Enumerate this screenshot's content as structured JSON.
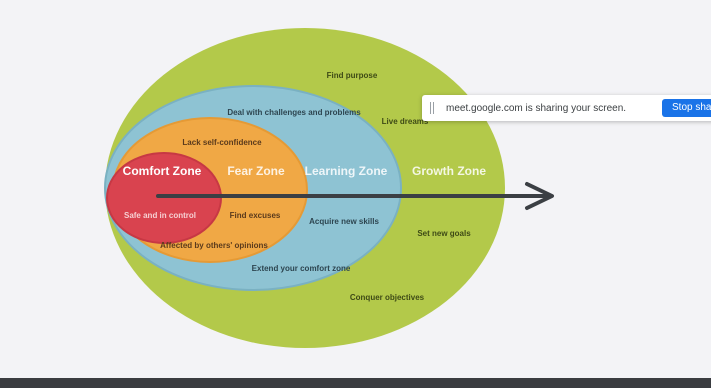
{
  "slide": {
    "zones": {
      "comfort": "Comfort Zone",
      "fear": "Fear Zone",
      "learning": "Learning Zone",
      "growth": "Growth Zone"
    },
    "notes": {
      "comfort_safe": "Safe and in control",
      "fear_confidence": "Lack self-confidence",
      "fear_excuses": "Find excuses",
      "fear_opinions": "Affected by others' opinions",
      "learning_challenges": "Deal with challenges and problems",
      "learning_skills": "Acquire new skills",
      "learning_extend": "Extend your comfort zone",
      "growth_purpose": "Find purpose",
      "growth_dreams": "Live dreams",
      "growth_goals": "Set new goals",
      "growth_objectives": "Conquer objectives"
    },
    "colors": {
      "growth": "#b3c94a",
      "learning": "#8ec3d3",
      "fear": "#f0a845",
      "comfort": "#d9434f",
      "arrow": "#3b3f44"
    }
  },
  "share_bar": {
    "message": "meet.google.com is sharing your screen.",
    "stop_label": "Stop sharing"
  }
}
